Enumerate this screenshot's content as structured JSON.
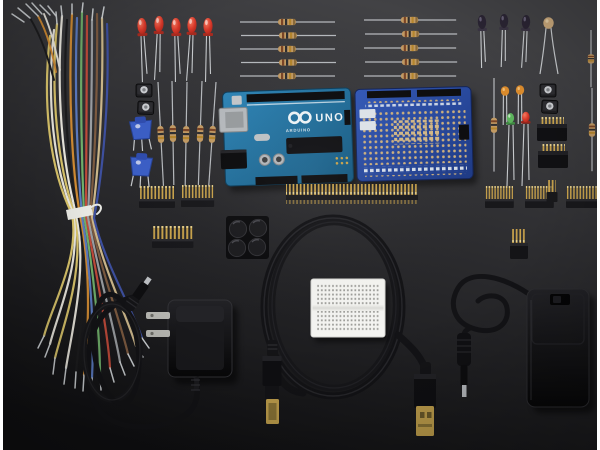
{
  "image": {
    "alt": "Product photo of an Arduino starter kit laid out on a dark charcoal surface: jumper wire bundle, LEDs, resistors, pushbuttons, potentiometers, Arduino UNO, proto shield, mini breadboard, header strips, rubber feet, USB A-to-B cable, 9V wall power adapter and 9V battery case with barrel plug",
    "background_top": "#414144",
    "background_bottom": "#111113",
    "frame_color": "#ffffff"
  },
  "arduino": {
    "logo_text": "UNO",
    "brand_text": "ARDUINO",
    "board_color": "#1e6f9f"
  },
  "proto_shield": {
    "board_color": "#2e51ad"
  },
  "inventory": {
    "left": [
      {
        "label": "multicolor jumper wire bundle",
        "qty": 1
      },
      {
        "label": "red 5mm LEDs",
        "qty": 5
      },
      {
        "label": "tactile pushbuttons",
        "qty": 2
      },
      {
        "label": "blue trimmer potentiometers",
        "qty": 2
      },
      {
        "label": "resistors vertical fan",
        "qty": 5
      },
      {
        "label": "male pin header strips",
        "qty": 3
      }
    ],
    "center": [
      {
        "label": "resistors horizontal rows",
        "qty": 10
      },
      {
        "label": "Arduino UNO board",
        "qty": 1
      },
      {
        "label": "proto shield PCB",
        "qty": 1
      },
      {
        "label": "40-pin break-away header strip",
        "qty": 1
      },
      {
        "label": "adhesive rubber feet sheet",
        "qty": 1
      },
      {
        "label": "mini solderless breadboard",
        "qty": 1
      },
      {
        "label": "USB A-to-B cable",
        "qty": 1
      }
    ],
    "right": [
      {
        "label": "dark-lens IR LEDs",
        "qty": 3
      },
      {
        "label": "tan sensor bead",
        "qty": 1
      },
      {
        "label": "orange ceramic capacitors",
        "qty": 2
      },
      {
        "label": "green LED",
        "qty": 1
      },
      {
        "label": "small red LED",
        "qty": 1
      },
      {
        "label": "tactile pushbuttons",
        "qty": 2
      },
      {
        "label": "female socket headers",
        "qty": 2
      },
      {
        "label": "resistors",
        "qty": 3
      },
      {
        "label": "male pin header strips",
        "qty": 4
      }
    ],
    "bottom": [
      {
        "label": "9V wall power adapter with coiled barrel-jack cable",
        "qty": 1
      },
      {
        "label": "9V battery case with switch and barrel plug",
        "qty": 1
      }
    ]
  },
  "palette": {
    "led_red": "#cf3227",
    "led_green": "#5cb45c",
    "capacitor_orange": "#d98a2c",
    "resistor_body": "#c29a63",
    "gold_pins": "#c8a24b",
    "trimpot_blue": "#3b5ec6",
    "arduino_blue": "#1e6f9f",
    "shield_blue": "#2e51ad",
    "breadboard_white": "#f4f4f1",
    "plastic_black": "#101012",
    "metal_silver": "#bcbfc2"
  }
}
